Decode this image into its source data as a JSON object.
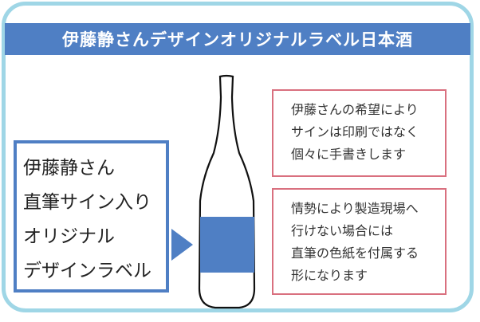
{
  "title": "伊藤静さんデザインオリジナルラベル日本酒",
  "left_box": {
    "lines": [
      "伊藤静さん",
      "直筆サイン入り",
      "オリジナル",
      "デザインラベル"
    ]
  },
  "note1": {
    "lines": [
      "伊藤さんの希望により",
      "サインは印刷ではなく",
      "個々に手書きします"
    ]
  },
  "note2": {
    "lines": [
      "情勢により製造現場へ",
      "行けない場合には",
      "直筆の色紙を付属する",
      "形になります"
    ]
  },
  "colors": {
    "frame": "#9fd6e6",
    "accent_blue": "#4f7fc4",
    "note_border": "#d9707f"
  },
  "icons": {
    "arrow": "right-triangle-arrow",
    "bottle": "sake-bottle-illustration"
  }
}
